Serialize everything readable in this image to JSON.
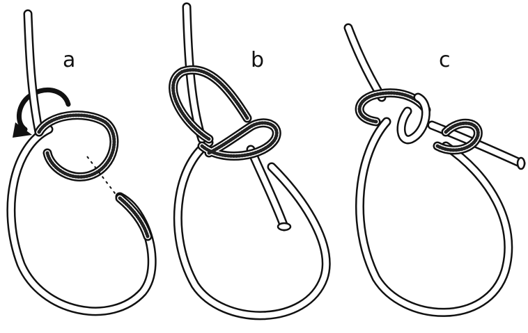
{
  "diagram": {
    "steps": [
      {
        "label": "a"
      },
      {
        "label": "b"
      },
      {
        "label": "c"
      }
    ]
  }
}
